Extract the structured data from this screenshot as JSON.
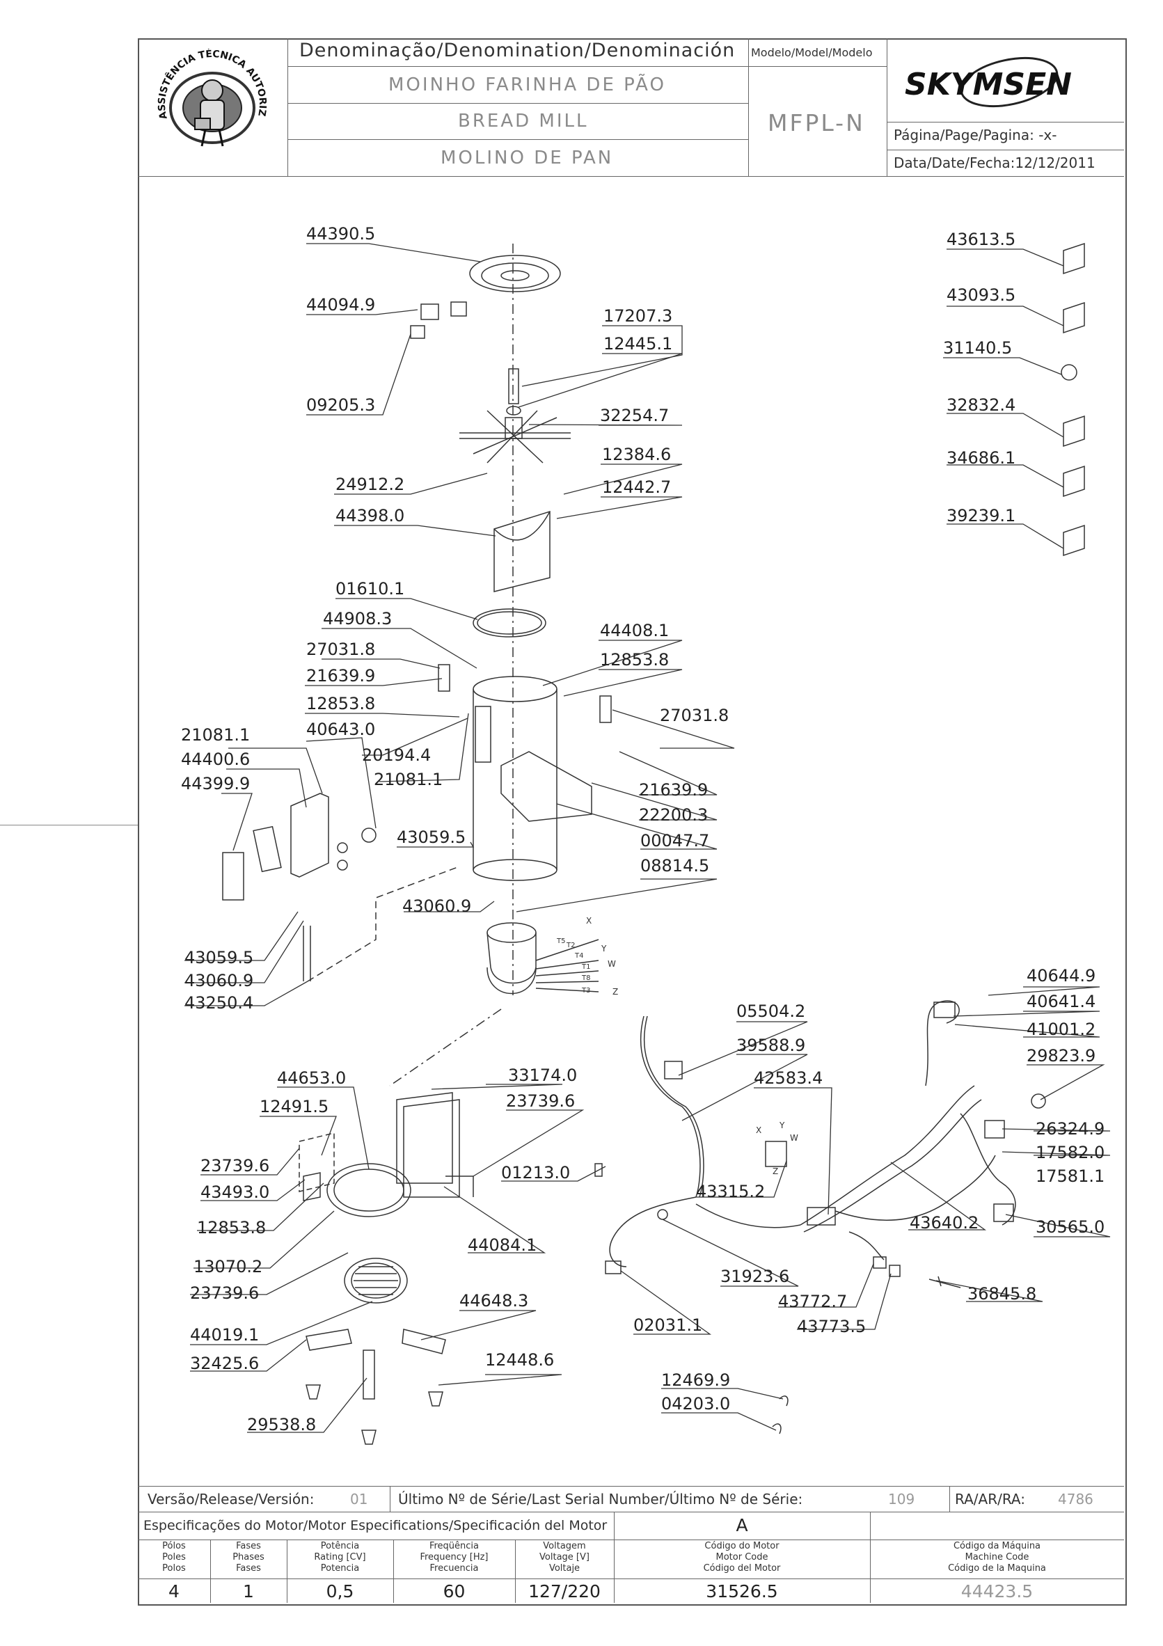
{
  "header": {
    "denomination_label": "Denominação/Denomination/Denominación",
    "name_pt": "MOINHO FARINHA DE PÃO",
    "name_en": "BREAD MILL",
    "name_es": "MOLINO DE PAN",
    "model_label": "Modelo/Model/Modelo",
    "model_value": "MFPL-N",
    "brand": "SKYMSEN",
    "page_label": "Página/Page/Pagina: -x-",
    "date_label": "Data/Date/Fecha:12/12/2011",
    "seal_text": "ASSISTÊNCIA TÉCNICA AUTORIZADA"
  },
  "parts": [
    {
      "code": "44390.5"
    },
    {
      "code": "44094.9"
    },
    {
      "code": "09205.3"
    },
    {
      "code": "17207.3"
    },
    {
      "code": "12445.1"
    },
    {
      "code": "32254.7"
    },
    {
      "code": "12384.6"
    },
    {
      "code": "24912.2"
    },
    {
      "code": "12442.7"
    },
    {
      "code": "44398.0"
    },
    {
      "code": "01610.1"
    },
    {
      "code": "44908.3"
    },
    {
      "code": "44408.1"
    },
    {
      "code": "27031.8"
    },
    {
      "code": "12853.8"
    },
    {
      "code": "21639.9"
    },
    {
      "code": "12853.8"
    },
    {
      "code": "27031.8"
    },
    {
      "code": "21081.1"
    },
    {
      "code": "40643.0"
    },
    {
      "code": "44400.6"
    },
    {
      "code": "20194.4"
    },
    {
      "code": "44399.9"
    },
    {
      "code": "21081.1"
    },
    {
      "code": "21639.9"
    },
    {
      "code": "22200.3"
    },
    {
      "code": "43059.5"
    },
    {
      "code": "00047.7"
    },
    {
      "code": "08814.5"
    },
    {
      "code": "43060.9"
    },
    {
      "code": "43059.5"
    },
    {
      "code": "43060.9"
    },
    {
      "code": "43250.4"
    },
    {
      "code": "43613.5"
    },
    {
      "code": "43093.5"
    },
    {
      "code": "31140.5"
    },
    {
      "code": "32832.4"
    },
    {
      "code": "34686.1"
    },
    {
      "code": "39239.1"
    },
    {
      "code": "40644.9"
    },
    {
      "code": "40641.4"
    },
    {
      "code": "05504.2"
    },
    {
      "code": "41001.2"
    },
    {
      "code": "39588.9"
    },
    {
      "code": "29823.9"
    },
    {
      "code": "42583.4"
    },
    {
      "code": "44653.0"
    },
    {
      "code": "33174.0"
    },
    {
      "code": "12491.5"
    },
    {
      "code": "23739.6"
    },
    {
      "code": "26324.9"
    },
    {
      "code": "17582.0"
    },
    {
      "code": "23739.6"
    },
    {
      "code": "01213.0"
    },
    {
      "code": "17581.1"
    },
    {
      "code": "43493.0"
    },
    {
      "code": "43315.2"
    },
    {
      "code": "43640.2"
    },
    {
      "code": "30565.0"
    },
    {
      "code": "12853.8"
    },
    {
      "code": "44084.1"
    },
    {
      "code": "13070.2"
    },
    {
      "code": "31923.6"
    },
    {
      "code": "23739.6"
    },
    {
      "code": "36845.8"
    },
    {
      "code": "43772.7"
    },
    {
      "code": "44019.1"
    },
    {
      "code": "43773.5"
    },
    {
      "code": "44648.3"
    },
    {
      "code": "02031.1"
    },
    {
      "code": "32425.6"
    },
    {
      "code": "12448.6"
    },
    {
      "code": "12469.9"
    },
    {
      "code": "04203.0"
    },
    {
      "code": "29538.8"
    }
  ],
  "wire_labels": [
    "X",
    "Y",
    "W",
    "T5",
    "T2",
    "T4",
    "T1",
    "T8",
    "T3",
    "Z",
    "X",
    "Y",
    "W",
    "Z"
  ],
  "footer": {
    "version_label": "Versão/Release/Versión:",
    "version_value": "01",
    "serial_label": "Último Nº de Série/Last Serial Number/Último Nº de Série:",
    "serial_value": "109",
    "ra_label": "RA/AR/RA:",
    "ra_value": "4786",
    "motor_spec_label": "Especificações do Motor/Motor Especifications/Specificación del Motor",
    "motor_spec_value": "A",
    "cols": [
      {
        "h1": "Pólos",
        "h2": "Poles",
        "h3": "Polos",
        "value": "4"
      },
      {
        "h1": "Fases",
        "h2": "Phases",
        "h3": "Fases",
        "value": "1"
      },
      {
        "h1": "Potência",
        "h2": "Rating [CV]",
        "h3": "Potencia",
        "value": "0,5"
      },
      {
        "h1": "Freqüência",
        "h2": "Frequency [Hz]",
        "h3": "Frecuencia",
        "value": "60"
      },
      {
        "h1": "Voltagem",
        "h2": "Voltage [V]",
        "h3": "Voltaje",
        "value": "127/220"
      },
      {
        "h1": "Código do Motor",
        "h2": "Motor Code",
        "h3": "Código del Motor",
        "value": "31526.5"
      },
      {
        "h1": "Código da Máquina",
        "h2": "Machine Code",
        "h3": "Código de la Maquina",
        "value": "44423.5"
      }
    ]
  }
}
